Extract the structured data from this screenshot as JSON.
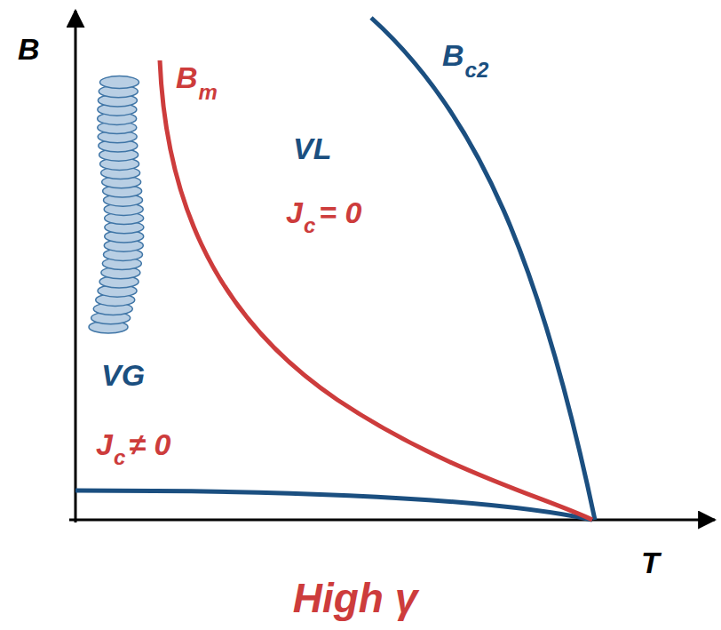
{
  "diagram": {
    "caption": "High γ",
    "labels": [
      "B",
      "T",
      "B",
      "m",
      "B",
      "c2",
      "VL",
      "J",
      "c",
      "= 0",
      "VG",
      "J",
      "c",
      "≠ 0"
    ]
  }
}
